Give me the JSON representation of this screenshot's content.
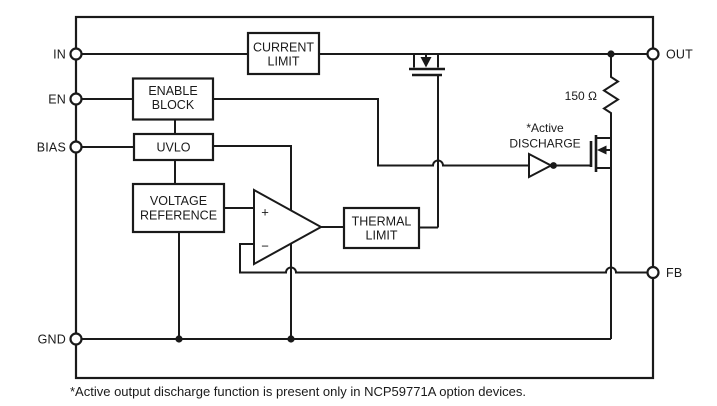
{
  "diagram_type": "ic-functional-block-diagram",
  "colors": {
    "line": "#1a1a1a",
    "background": "#ffffff"
  },
  "pins": {
    "in": "IN",
    "en": "EN",
    "bias": "BIAS",
    "gnd": "GND",
    "out": "OUT",
    "fb": "FB"
  },
  "blocks": {
    "current_limit": {
      "line1": "CURRENT",
      "line2": "LIMIT"
    },
    "enable_block": {
      "line1": "ENABLE",
      "line2": "BLOCK"
    },
    "uvlo": {
      "line1": "UVLO"
    },
    "voltage_reference": {
      "line1": "VOLTAGE",
      "line2": "REFERENCE"
    },
    "thermal_limit": {
      "line1": "THERMAL",
      "line2": "LIMIT"
    }
  },
  "labels": {
    "resistor_value": "150 Ω",
    "active_discharge_line1": "*Active",
    "active_discharge_line2": "DISCHARGE",
    "opamp_plus": "+",
    "opamp_minus": "−",
    "footnote": "*Active output discharge function is present only in NCP59771A option devices."
  }
}
